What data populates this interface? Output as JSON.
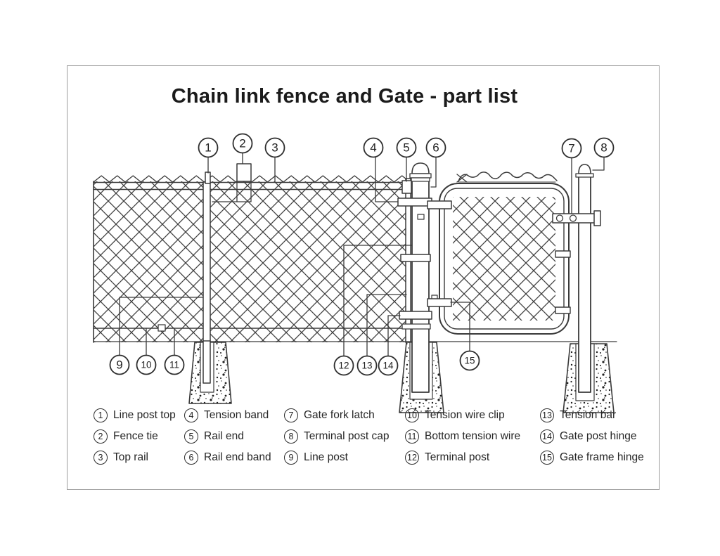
{
  "title": "Chain link fence and Gate - part list",
  "parts": [
    {
      "num": "1",
      "label": "Line post top"
    },
    {
      "num": "2",
      "label": "Fence tie"
    },
    {
      "num": "3",
      "label": "Top rail"
    },
    {
      "num": "4",
      "label": "Tension band"
    },
    {
      "num": "5",
      "label": "Rail end"
    },
    {
      "num": "6",
      "label": "Rail end band"
    },
    {
      "num": "7",
      "label": "Gate fork latch"
    },
    {
      "num": "8",
      "label": "Terminal post cap"
    },
    {
      "num": "9",
      "label": "Line post"
    },
    {
      "num": "10",
      "label": "Tension wire clip"
    },
    {
      "num": "11",
      "label": "Bottom tension wire"
    },
    {
      "num": "12",
      "label": "Terminal post"
    },
    {
      "num": "13",
      "label": "Tension bar"
    },
    {
      "num": "14",
      "label": "Gate post hinge"
    },
    {
      "num": "15",
      "label": "Gate frame hinge"
    }
  ],
  "colors": {
    "line": "#3a3a3a",
    "frame_border": "#9c9c9c",
    "text": "#222222",
    "background": "#ffffff"
  }
}
